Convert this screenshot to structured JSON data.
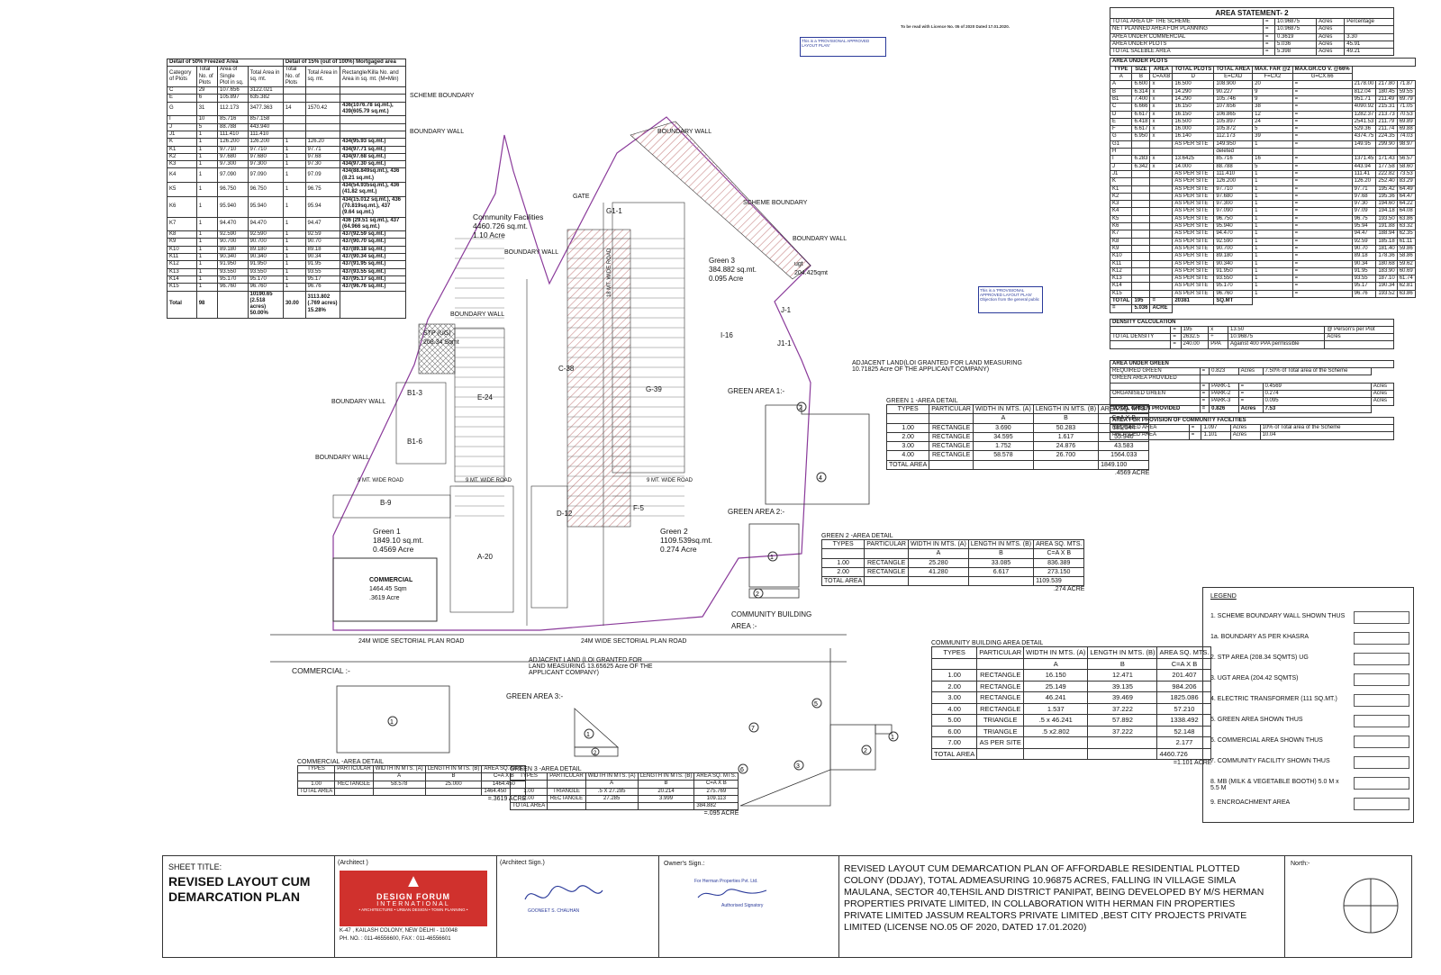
{
  "plot_table": {
    "title_50": "Detail of 50% Freezed Area",
    "title_15": "Detail of 15% (out of 100%) Mortgaged area",
    "headers": [
      "Category of Plots",
      "Total No. of Plots",
      "Area of Single Plot in sq.",
      "Total Area in sq. mt.",
      "Total No. of Plots",
      "Total Area in sq. mt.",
      "Rectangle/Killa No. and Area in sq. mt. (M=Min)"
    ],
    "rows": [
      [
        "C",
        "29",
        "107.656",
        "3122.021",
        "",
        "",
        ""
      ],
      [
        "E",
        "6",
        "105.897",
        "635.382",
        "",
        "",
        ""
      ],
      [
        "G",
        "31",
        "112.173",
        "3477.363",
        "14",
        "1570.42",
        "436(1076.78 sq.mt.), 439(605.79 sq.mt.)"
      ],
      [
        "I",
        "10",
        "85.716",
        "857.158",
        "",
        "",
        ""
      ],
      [
        "J",
        "5",
        "88.788",
        "443.940",
        "",
        "",
        ""
      ],
      [
        "J1",
        "1",
        "111.410",
        "111.410",
        "",
        "",
        ""
      ],
      [
        "K",
        "1",
        "126.200",
        "126.200",
        "1",
        "126.20",
        "434(95.93 sq.mt.)"
      ],
      [
        "K1",
        "1",
        "97.710",
        "97.710",
        "1",
        "97.71",
        "434(97.71 sq.mt.)"
      ],
      [
        "K2",
        "1",
        "97.680",
        "97.680",
        "1",
        "97.68",
        "434(97.68 sq.mt.)"
      ],
      [
        "K3",
        "1",
        "97.300",
        "97.300",
        "1",
        "97.30",
        "434(97.30 sq.mt.)"
      ],
      [
        "K4",
        "1",
        "97.090",
        "97.090",
        "1",
        "97.09",
        "434(88.849sq.mt.), 436 (8.21 sq.mt.)"
      ],
      [
        "K5",
        "1",
        "96.750",
        "96.750",
        "1",
        "96.75",
        "434(54.935sq.mt.), 436 (41.82 sq.mt.)"
      ],
      [
        "K6",
        "1",
        "95.940",
        "95.940",
        "1",
        "95.94",
        "434(15.012 sq.mt.), 436 (70.819sq.mt.), 437 (9.64 sq.mt.)"
      ],
      [
        "K7",
        "1",
        "94.470",
        "94.470",
        "1",
        "94.47",
        "436 (29.51 sq.mt.), 437 (64.966 sq.mt.)"
      ],
      [
        "K8",
        "1",
        "92.590",
        "92.590",
        "1",
        "92.59",
        "437(92.59 sq.mt.)"
      ],
      [
        "K9",
        "1",
        "90.700",
        "90.700",
        "1",
        "90.70",
        "437(90.70 sq.mt.)"
      ],
      [
        "K10",
        "1",
        "89.180",
        "89.180",
        "1",
        "89.18",
        "437(89.18 sq.mt.)"
      ],
      [
        "K11",
        "1",
        "90.340",
        "90.340",
        "1",
        "90.34",
        "437(90.34 sq.mt.)"
      ],
      [
        "K12",
        "1",
        "91.950",
        "91.950",
        "1",
        "91.95",
        "437(91.95 sq.mt.)"
      ],
      [
        "K13",
        "1",
        "93.550",
        "93.550",
        "1",
        "93.55",
        "437(93.55 sq.mt.)"
      ],
      [
        "K14",
        "1",
        "95.170",
        "95.170",
        "1",
        "95.17",
        "437(95.17 sq.mt.)"
      ],
      [
        "K15",
        "1",
        "96.760",
        "96.760",
        "1",
        "96.76",
        "437(96.76 sq.mt.)"
      ]
    ],
    "total": [
      "Total",
      "98",
      "",
      "10190.65 (2.518 acres) 50.00%",
      "30.00",
      "3113.802 (.769 acres) 15.28%",
      ""
    ]
  },
  "area_statement": {
    "title": "AREA STATEMENT- 2",
    "summary": [
      [
        "TOTAL AREA OF THE SCHEME",
        "=",
        "10.96875",
        "Acres",
        "Percentage"
      ],
      [
        "NET PLANNED AREA FOR PLANNING",
        "=",
        "10.96875",
        "Acres",
        ""
      ],
      [
        "AREA UNDER COMMERCIAL",
        "=",
        "0.3619",
        "Acres",
        "3.30"
      ],
      [
        "AREA UNDER PLOTS",
        "=",
        "5.036",
        "Acres",
        "45.91"
      ],
      [
        "TOTAL SALEBLE AREA",
        "=",
        "5.398",
        "Acres",
        "49.21"
      ]
    ],
    "plots_title": "AREA UNDER PLOTS",
    "plot_headers": [
      "TYPE",
      "SIZE",
      "AREA",
      "TOTAL PLOTS",
      "TOTAL AREA",
      "MAX. FAR @2",
      "MAX.GR.CO V. @66%"
    ],
    "plot_subheaders": [
      "A",
      "B",
      "C=AXB",
      "D",
      "E=CXD",
      "F=CX2",
      "G=CX.66"
    ],
    "plot_rows": [
      [
        "A",
        "6.600",
        "x",
        "16.500",
        "108.900",
        "20",
        "=",
        "2178.00",
        "217.80",
        "71.87"
      ],
      [
        "B",
        "6.314",
        "x",
        "14.290",
        "90.227",
        "9",
        "=",
        "812.04",
        "180.45",
        "59.55"
      ],
      [
        "B1",
        "7.400",
        "x",
        "14.290",
        "105.746",
        "9",
        "=",
        "951.71",
        "211.49",
        "69.79"
      ],
      [
        "C",
        "6.666",
        "x",
        "16.150",
        "107.656",
        "38",
        "=",
        "4090.92",
        "215.31",
        "71.05"
      ],
      [
        "D",
        "6.617",
        "x",
        "16.150",
        "106.865",
        "12",
        "=",
        "1282.37",
        "213.73",
        "70.53"
      ],
      [
        "E",
        "6.418",
        "x",
        "16.500",
        "105.897",
        "24",
        "=",
        "2541.53",
        "211.79",
        "69.89"
      ],
      [
        "F",
        "6.617",
        "x",
        "16.000",
        "105.872",
        "5",
        "=",
        "529.36",
        "211.74",
        "69.88"
      ],
      [
        "G",
        "6.950",
        "x",
        "16.140",
        "112.173",
        "39",
        "=",
        "4374.75",
        "224.35",
        "74.03"
      ],
      [
        "G1",
        "",
        "",
        "AS PER SITE",
        "149.950",
        "1",
        "=",
        "149.95",
        "299.90",
        "98.97"
      ],
      [
        "H",
        "",
        "",
        "",
        "deleted",
        "",
        "",
        "",
        "",
        ""
      ],
      [
        "I",
        "6.283",
        "x",
        "13.6425",
        "85.716",
        "16",
        "=",
        "1371.45",
        "171.43",
        "56.57"
      ],
      [
        "J",
        "6.342",
        "x",
        "14.000",
        "88.788",
        "5",
        "=",
        "443.94",
        "177.58",
        "58.60"
      ],
      [
        "J1",
        "",
        "",
        "AS PER SITE",
        "111.410",
        "1",
        "=",
        "111.41",
        "222.82",
        "73.53"
      ],
      [
        "K",
        "",
        "",
        "AS PER SITE",
        "126.200",
        "1",
        "=",
        "126.20",
        "252.40",
        "83.29"
      ],
      [
        "K1",
        "",
        "",
        "AS PER SITE",
        "97.710",
        "1",
        "=",
        "97.71",
        "195.42",
        "64.49"
      ],
      [
        "K2",
        "",
        "",
        "AS PER SITE",
        "97.680",
        "1",
        "=",
        "97.68",
        "195.36",
        "64.47"
      ],
      [
        "K3",
        "",
        "",
        "AS PER SITE",
        "97.300",
        "1",
        "=",
        "97.30",
        "194.60",
        "64.22"
      ],
      [
        "K4",
        "",
        "",
        "AS PER SITE",
        "97.090",
        "1",
        "=",
        "97.09",
        "194.18",
        "64.08"
      ],
      [
        "K5",
        "",
        "",
        "AS PER SITE",
        "96.750",
        "1",
        "=",
        "96.75",
        "193.50",
        "63.86"
      ],
      [
        "K6",
        "",
        "",
        "AS PER SITE",
        "95.940",
        "1",
        "=",
        "95.94",
        "191.88",
        "63.32"
      ],
      [
        "K7",
        "",
        "",
        "AS PER SITE",
        "94.470",
        "1",
        "=",
        "94.47",
        "188.94",
        "62.35"
      ],
      [
        "K8",
        "",
        "",
        "AS PER SITE",
        "92.590",
        "1",
        "=",
        "92.59",
        "185.18",
        "61.11"
      ],
      [
        "K9",
        "",
        "",
        "AS PER SITE",
        "90.700",
        "1",
        "=",
        "90.70",
        "181.40",
        "59.86"
      ],
      [
        "K10",
        "",
        "",
        "AS PER SITE",
        "89.180",
        "1",
        "=",
        "89.18",
        "178.36",
        "58.86"
      ],
      [
        "K11",
        "",
        "",
        "AS PER SITE",
        "90.340",
        "1",
        "=",
        "90.34",
        "180.68",
        "59.62"
      ],
      [
        "K12",
        "",
        "",
        "AS PER SITE",
        "91.950",
        "1",
        "=",
        "91.95",
        "183.90",
        "60.69"
      ],
      [
        "K13",
        "",
        "",
        "AS PER SITE",
        "93.550",
        "1",
        "=",
        "93.55",
        "187.10",
        "61.74"
      ],
      [
        "K14",
        "",
        "",
        "AS PER SITE",
        "95.170",
        "1",
        "=",
        "95.17",
        "190.34",
        "62.81"
      ],
      [
        "K15",
        "",
        "",
        "AS PER SITE",
        "96.760",
        "1",
        "=",
        "96.76",
        "193.52",
        "63.86"
      ]
    ],
    "plot_total": [
      "TOTAL",
      "195",
      "=",
      "20381",
      "SQ.MT"
    ],
    "plot_total2": [
      "=",
      "5.036",
      "ACRE"
    ],
    "density_title": "DENSITY CALCULATION",
    "density": [
      [
        "",
        "=",
        "195",
        "x",
        "13.50",
        "@ Person's per Plot"
      ],
      [
        "TOTAL DENSITY",
        "=",
        "2632.5",
        "÷",
        "10.96875",
        "Acres"
      ],
      [
        "",
        "=",
        "240.00",
        "PPA",
        "Against 400 PPA permissible",
        ""
      ]
    ],
    "green_title": "AREA UNDER GREEN",
    "green_required": [
      "REQUIRED GREEN",
      "=",
      "0.823",
      "Acres",
      "7.50% of Total area of the Scheme"
    ],
    "green_provided_label": "GREEN AREA PROVIDED",
    "organised_green": "ORGANISED GREEN",
    "parks": [
      [
        "=",
        "PARK-1",
        "=",
        "0.4569",
        "Acres"
      ],
      [
        "=",
        "PARK-2",
        "=",
        "0.274",
        "Acres"
      ],
      [
        "=",
        "PARK-3",
        "=",
        "0.095",
        "Acres"
      ]
    ],
    "total_green": [
      "TOTAL GREEN PROVIDED",
      "=",
      "0.826",
      "Acres",
      "7.53"
    ],
    "community_title": "AREA FOR PROVISION OF COMMUNITY FACILITIES",
    "community": [
      [
        "REQUIRED AREA",
        "=",
        "1.097",
        "Acres",
        "10% of Total area of the Scheme"
      ],
      [
        "PROVIDED AREA",
        "=",
        "1.101",
        "Acres",
        "10.04"
      ]
    ]
  },
  "green1": {
    "label": "GREEN AREA 1:-",
    "title": "GREEN 1 -AREA DETAIL",
    "headers": [
      "TYPES",
      "PARTICULAR",
      "WIDTH IN MTS. (A)",
      "LENGTH IN MTS. (B)",
      "AREA SQ. MTS."
    ],
    "sub": [
      "A",
      "B",
      "C=A X B"
    ],
    "rows": [
      [
        "1.00",
        "RECTANGLE",
        "3.690",
        "50.283",
        "185.544"
      ],
      [
        "2.00",
        "RECTANGLE",
        "34.595",
        "1.617",
        "55.940"
      ],
      [
        "3.00",
        "RECTANGLE",
        "1.752",
        "24.876",
        "43.583"
      ],
      [
        "4.00",
        "RECTANGLE",
        "58.578",
        "26.700",
        "1564.033"
      ]
    ],
    "total": [
      "TOTAL AREA",
      "1849.100"
    ],
    "acre": ".4569 ACRE"
  },
  "green2": {
    "label": "GREEN AREA 2:-",
    "title": "GREEN 2 -AREA DETAIL",
    "headers": [
      "TYPES",
      "PARTICULAR",
      "WIDTH IN MTS. (A)",
      "LENGTH IN MTS. (B)",
      "AREA SQ. MTS."
    ],
    "sub": [
      "A",
      "B",
      "C=A X B"
    ],
    "rows": [
      [
        "1.00",
        "RECTANGLE",
        "25.280",
        "33.085",
        "836.389"
      ],
      [
        "2.00",
        "RECTANGLE",
        "41.280",
        "6.617",
        "273.150"
      ]
    ],
    "total": [
      "TOTAL AREA",
      "1109.539"
    ],
    "acre": ".274 ACRE"
  },
  "community_building": {
    "label": "COMMUNITY BUILDING AREA :-",
    "title": "COMMUNITY BUILDING AREA DETAIL",
    "headers": [
      "TYPES",
      "PARTICULAR",
      "WIDTH IN MTS. (A)",
      "LENGTH IN MTS. (B)",
      "AREA SQ. MTS."
    ],
    "sub": [
      "A",
      "B",
      "C=A X B"
    ],
    "rows": [
      [
        "1.00",
        "RECTANGLE",
        "16.150",
        "12.471",
        "201.407"
      ],
      [
        "2.00",
        "RECTANGLE",
        "25.149",
        "39.135",
        "984.206"
      ],
      [
        "3.00",
        "RECTANGLE",
        "46.241",
        "39.469",
        "1825.086"
      ],
      [
        "4.00",
        "RECTANGLE",
        "1.537",
        "37.222",
        "57.210"
      ],
      [
        "5.00",
        "TRIANGLE",
        ".5 x 46.241",
        "57.892",
        "1338.492"
      ],
      [
        "6.00",
        "TRIANGLE",
        ".5 x2.802",
        "37.222",
        "52.148"
      ],
      [
        "7.00",
        "AS PER SITE",
        "",
        "",
        "2.177"
      ]
    ],
    "total": [
      "TOTAL AREA",
      "4460.726"
    ],
    "acre": "=1.101 ACRE"
  },
  "commercial": {
    "label": "COMMERCIAL :-",
    "title": "COMMERCIAL -AREA DETAIL",
    "headers": [
      "TYPES",
      "PARTICULAR",
      "WIDTH IN MTS. (A)",
      "LENGTH IN MTS. (B)",
      "AREA SQ. MTS."
    ],
    "sub": [
      "A",
      "B",
      "C=A X B"
    ],
    "rows": [
      [
        "1.00",
        "RECTANGLE",
        "58.578",
        "25.000",
        "1464.450"
      ]
    ],
    "total": [
      "TOTAL AREA",
      "1464.450"
    ],
    "acre": "=.3619 ACRE"
  },
  "green3": {
    "label": "GREEN AREA 3:-",
    "title": "GREEN 3 -AREA DETAIL",
    "headers": [
      "TYPES",
      "PARTICULAR",
      "WIDTH IN MTS. (A)",
      "LENGTH IN MTS. (B)",
      "AREA SQ. MTS."
    ],
    "sub": [
      "A",
      "B",
      "C=A X B"
    ],
    "rows": [
      [
        "1.00",
        "TRIANGLE",
        ".5 X 27.285",
        "20.214",
        "275.769"
      ],
      [
        "2.00",
        "RECTANGLE",
        "27.285",
        "3.999",
        "109.113"
      ]
    ],
    "total": [
      "TOTAL AREA",
      "384.882"
    ],
    "acre": "=.095 ACRE"
  },
  "legend": {
    "title": "LEGEND",
    "items": [
      "1. SCHEME BOUNDARY WALL SHOWN THUS",
      "1a. BOUNDARY AS PER KHASRA",
      "2. STP AREA (208.34 SQMTS) UG",
      "3. UGT AREA (204.42 SQMTS)",
      "4. ELECTRIC TRANSFORMER (111 SQ.MT.)",
      "5. GREEN AREA SHOWN THUS",
      "6. COMMERCIAL AREA SHOWN THUS",
      "7. COMMUNITY FACILITY SHOWN THUS",
      "8. MB (MILK & VEGETABLE BOOTH) 5.0 M x 5.5 M",
      "9. ENCROACHMENT AREA"
    ]
  },
  "plan_labels": {
    "scheme_boundary": "SCHEME BOUNDARY",
    "boundary_wall": "BOUNDARY WALL",
    "community_facilities": "Community Facilities",
    "community_area": "4460.726 sq.mt.",
    "community_acre": "1.10 Acre",
    "green1_label": "Green 1",
    "green1_area": "1849.10 sq.mt.",
    "green1_acre": "0.4569 Acre",
    "green2_label": "Green 2",
    "green2_area": "1109.539sq.mt.",
    "green2_acre": "0.274 Acre",
    "green3_label": "Green 3",
    "green3_area": "384.882 sq.mt.",
    "green3_acre": "0.095 Acre",
    "commercial_label": "COMMERCIAL",
    "commercial_area": "1464.45 Sqm",
    "commercial_acre": ".3619 Acre",
    "stp": "STP (UG)",
    "stp_area": "208.34 Sqmt",
    "ugt": "ugt",
    "ugt_area": "204.425qmt",
    "road_24m": "24M WIDE SECTORIAL PLAN ROAD",
    "road_9m": "9 MT. WIDE ROAD",
    "road_18m": "18 MT. WIDE ROAD",
    "adjacent_1": "ADJACENT LAND(LOI GRANTED FOR LAND MEASURING 10.71825 Acre OF THE APPLICANT COMPANY)",
    "adjacent_2": "ADJACENT LAND (LOI GRANTED FOR LAND MEASURING 13.65625 Acre OF THE APPLICANT COMPANY)",
    "gate": "GATE",
    "blocks": [
      "C-38",
      "E-24",
      "G-39",
      "A-20",
      "D-12",
      "F-5",
      "B-9",
      "B1-3",
      "B1-6",
      "G1-1",
      "J-1",
      "I-16",
      "J1-1"
    ]
  },
  "notes_header": "To be read with Licence No. 05 of 2020 Dated 17.01.2020.",
  "stamp_1": "This is a 'PROVISIONAL APPROVED LAYOUT PLAN'",
  "stamp_2": "Objection from the general public",
  "sheet": {
    "title_label": "SHEET TITLE:",
    "title": "REVISED LAYOUT CUM DEMARCATION PLAN",
    "architect_label": "(Architect )",
    "firm": "DESIGN FORUM",
    "firm_sub": "INTERNATIONAL",
    "firm_tag": "• ARCHITECTURE • URBAN DESIGN • TOWN PLANNING •",
    "address": "K-47 , KAILASH COLONY, NEW DELHI - 110048",
    "phone": "PH. NO. : 011-46556600, FAX : 011-46556601",
    "arch_sign_label": "(Architect Sign.)",
    "arch_name": "GOONEET S. CHAUHAN",
    "owner_label": "Owner's Sign.:",
    "owner_company": "For Herman Properties Pvt. Ltd.",
    "owner_auth": "Authorised Signatory",
    "description": "REVISED LAYOUT CUM DEMARCATION PLAN OF AFFORDABLE RESIDENTIAL PLOTTED COLONY (DDJAY), TOTAL ADMEASURING 10.96875 ACRES, FALLING IN VILLAGE SIMLA MAULANA, SECTOR 40,TEHSIL AND DISTRICT PANIPAT, BEING DEVELOPED BY M/S HERMAN PROPERTIES PRIVATE LIMITED, IN COLLABORATION WITH HERMAN FIN PROPERTIES PRIVATE LIMITED JASSUM REALTORS PRIVATE LIMITED ,BEST CITY PROJECTS PRIVATE LIMITED (LICENSE NO.05 OF 2020, DATED 17.01.2020)",
    "north": "North:-"
  },
  "colors": {
    "line": "#333333",
    "hatch": "#c98a8a",
    "stamp": "#2a3a9a",
    "brand": "#d0312d"
  }
}
